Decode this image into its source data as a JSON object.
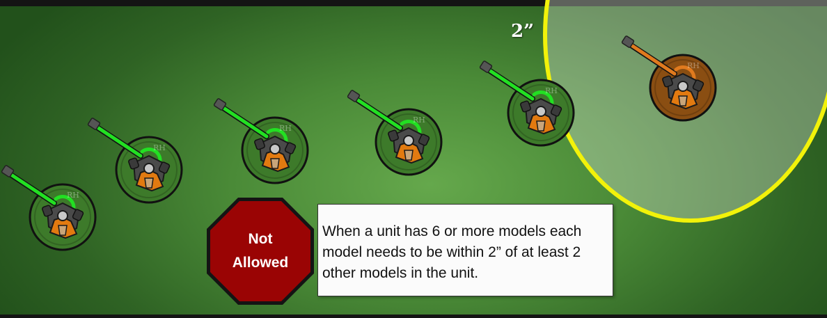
{
  "range": {
    "label": "2”",
    "ring_color": "#f2f20a"
  },
  "models": [
    {
      "id": "model-1",
      "marking": "RH",
      "base_color": "#3d7a2a",
      "weapon_color": "#22e022",
      "in_range": false
    },
    {
      "id": "model-2",
      "marking": "RH",
      "base_color": "#3d7a2a",
      "weapon_color": "#22e022",
      "in_range": false
    },
    {
      "id": "model-3",
      "marking": "RH",
      "base_color": "#3d7a2a",
      "weapon_color": "#22e022",
      "in_range": false
    },
    {
      "id": "model-4",
      "marking": "RH",
      "base_color": "#3d7a2a",
      "weapon_color": "#22e022",
      "in_range": false
    },
    {
      "id": "model-5",
      "marking": "RH",
      "base_color": "#3d7a2a",
      "weapon_color": "#22e022",
      "in_range": false
    },
    {
      "id": "model-6",
      "marking": "RH",
      "base_color": "#8a4e12",
      "weapon_color": "#e07a1e",
      "in_range": true
    }
  ],
  "stop_sign": {
    "line1": "Not",
    "line2": "Allowed",
    "color": "#9a0404"
  },
  "rule_text": "When a unit has 6 or more models each model needs to be within 2” of at least 2 other models in the unit."
}
